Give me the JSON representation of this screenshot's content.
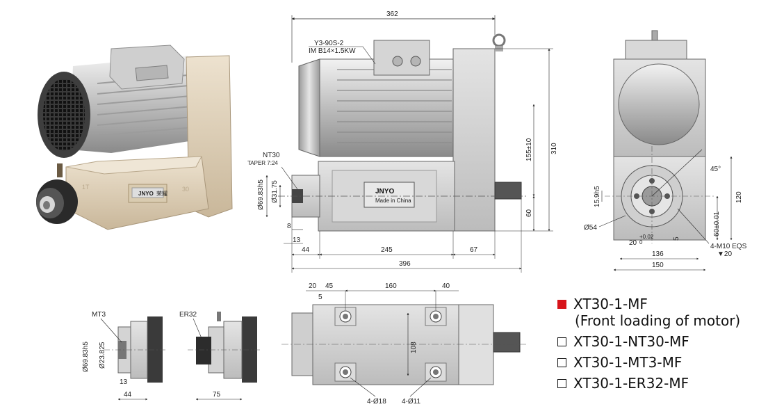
{
  "brand": {
    "name": "JNYO",
    "plate_sub": "Made in China",
    "chinese_mark": "荣耀"
  },
  "motor": {
    "model": "Y3-90S-2",
    "spec": "IM B14×1.5KW"
  },
  "side_view": {
    "top_length": "362",
    "total_length": "396",
    "body_length": "245",
    "spindle_part": "44",
    "motor_mount": "67",
    "height_total": "310",
    "height_center": "155±10",
    "height_base": "60",
    "taper_label": "NT30",
    "taper_sub": "TAPER 7:24",
    "dia_nose": "Ø69.83h5",
    "dia_taper": "Ø31.75",
    "nose_len_8": "8",
    "nose_len_13": "13"
  },
  "end_view": {
    "angle": "45°",
    "height": "120",
    "center_h": "60±0.01",
    "key_h": "15.9h5",
    "dia_54": "Ø54",
    "key_w": "20",
    "key_tol_top": "+0.02",
    "key_tol_bot": "0",
    "dim_5": "5",
    "width_136": "136",
    "width_150": "150",
    "thread_spec": "4-M10 EQS",
    "thread_depth": "▼20"
  },
  "top_view": {
    "d20": "20",
    "d45": "45",
    "d160": "160",
    "d40": "40",
    "d5": "5",
    "width_108": "108",
    "holes_18": "4-Ø18",
    "holes_11": "4-Ø11"
  },
  "mt3_view": {
    "label": "MT3",
    "dia_nose": "Ø69.83h5",
    "dia_taper": "Ø23.825",
    "len_13": "13",
    "len_44": "44"
  },
  "er32_view": {
    "label": "ER32",
    "len_75": "75"
  },
  "legend": {
    "items": [
      {
        "label": "XT30-1-MF",
        "sub": "(Front loading of motor)",
        "checked": true
      },
      {
        "label": "XT30-1-NT30-MF",
        "checked": false
      },
      {
        "label": "XT30-1-MT3-MF",
        "checked": false
      },
      {
        "label": "XT30-1-ER32-MF",
        "checked": false
      }
    ],
    "accent": "#d7141a"
  }
}
